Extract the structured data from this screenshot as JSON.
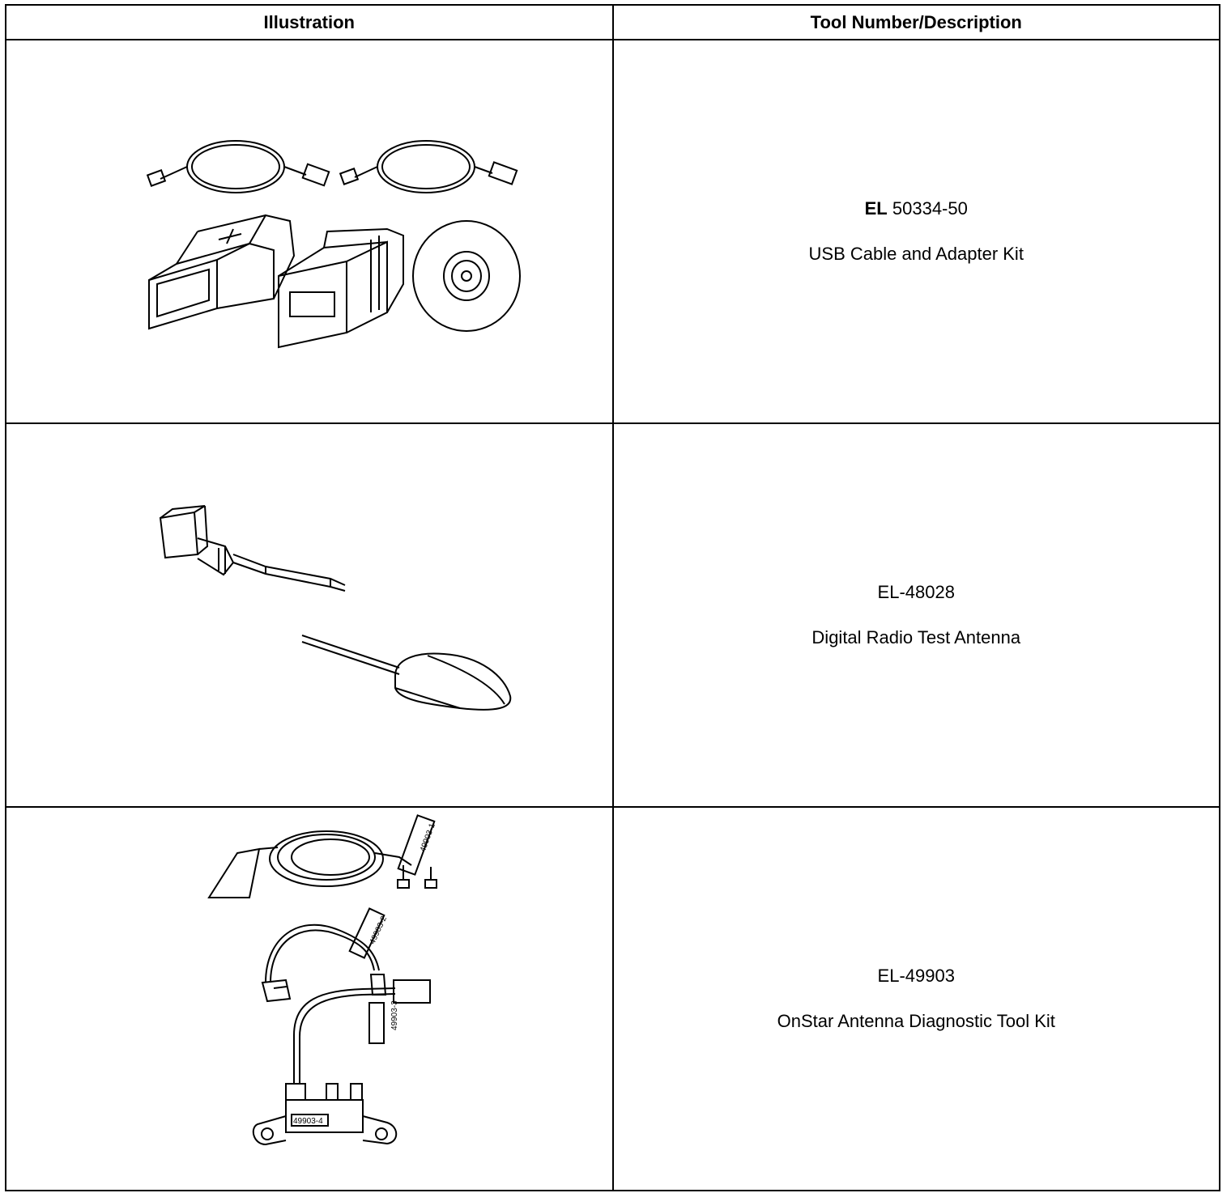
{
  "table": {
    "header": {
      "illustration": "Illustration",
      "tool": "Tool Number/Description"
    },
    "rows": [
      {
        "tool_prefix": "EL",
        "tool_number": "50334-50",
        "description": "USB Cable and Adapter Kit",
        "illustration_icon": "usb-cable-adapter-kit-icon"
      },
      {
        "tool_prefix": "",
        "tool_number": "EL-48028",
        "description": "Digital Radio Test Antenna",
        "illustration_icon": "digital-radio-test-antenna-icon"
      },
      {
        "tool_prefix": "",
        "tool_number": "EL-49903",
        "description": "OnStar Antenna Diagnostic Tool Kit",
        "illustration_icon": "onstar-antenna-diagnostic-kit-icon",
        "part_labels": [
          "49903-1",
          "49903-2",
          "49903-3",
          "49903-4"
        ]
      }
    ]
  }
}
